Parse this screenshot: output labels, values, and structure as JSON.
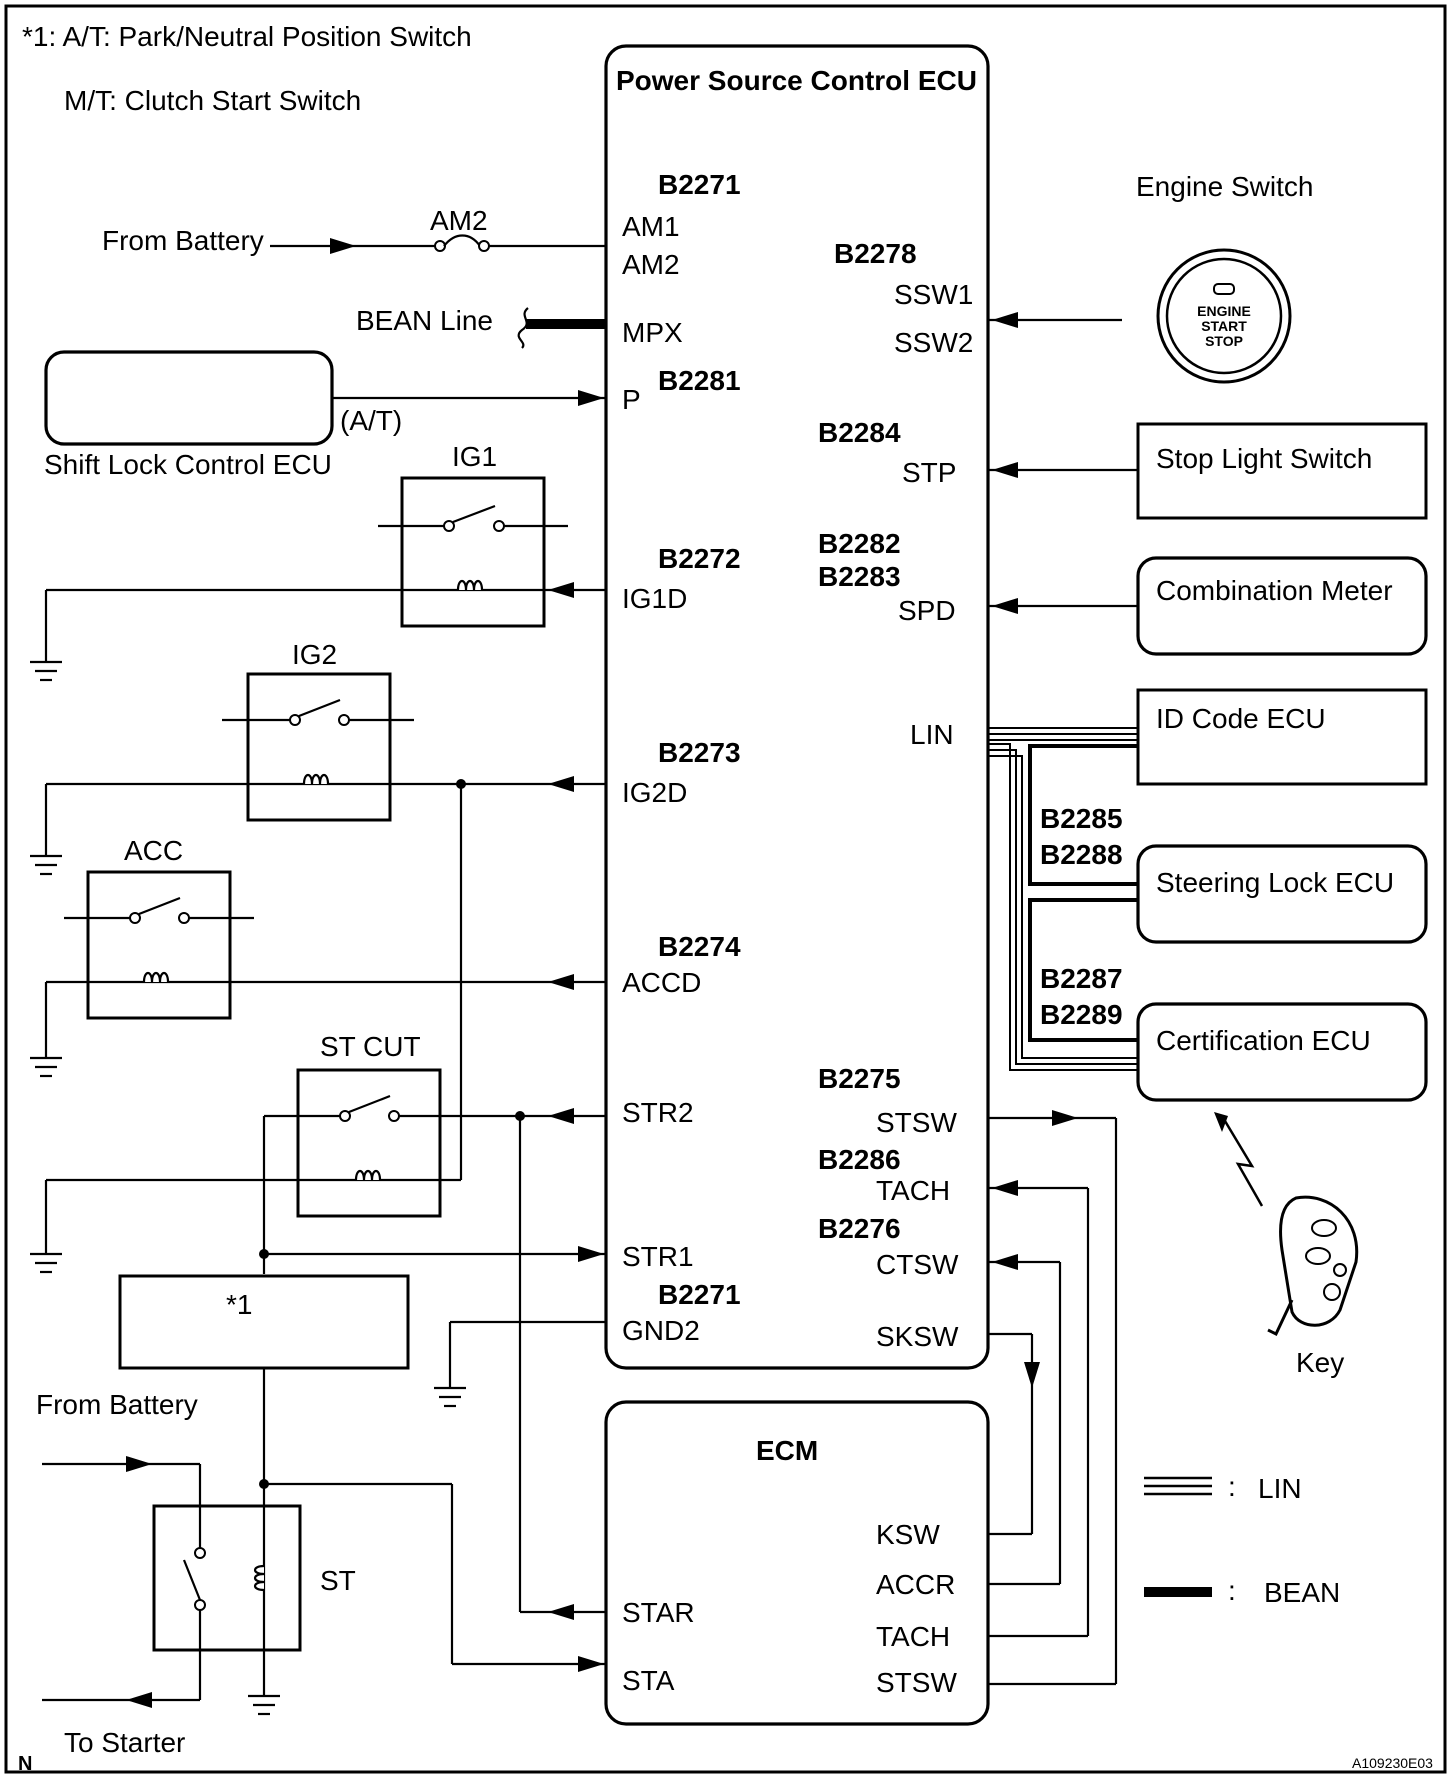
{
  "notes": {
    "line1": "*1: A/T: Park/Neutral Position Switch",
    "line2": "M/T: Clutch Start Switch"
  },
  "ecu": {
    "title": "Power Source Control ECU",
    "connectors": [
      "B2271",
      "B2278",
      "B2281",
      "B2284",
      "B2282",
      "B2283",
      "B2272",
      "B2273",
      "B2274",
      "B2275",
      "B2286",
      "B2276",
      "B2271"
    ],
    "pins_left": [
      "AM1",
      "AM2",
      "MPX",
      "P",
      "IG1D",
      "IG2D",
      "ACCD",
      "STR2",
      "STR1",
      "GND2"
    ],
    "pins_right": [
      "SSW1",
      "SSW2",
      "STP",
      "SPD",
      "LIN",
      "STSW",
      "TACH",
      "CTSW",
      "SKSW"
    ]
  },
  "ecm": {
    "title": "ECM",
    "pins_left": [
      "STAR",
      "STA"
    ],
    "pins_right": [
      "KSW",
      "ACCR",
      "TACH",
      "STSW"
    ]
  },
  "relays": [
    "IG1",
    "IG2",
    "ACC",
    "ST CUT",
    "ST"
  ],
  "labels": {
    "from_battery_top": "From Battery",
    "am2_fuse": "AM2",
    "bean_line": "BEAN Line",
    "shift_lock_ecu": "Shift Lock Control ECU",
    "at": "(A/T)",
    "star1": "*1",
    "from_battery_bottom": "From Battery",
    "to_starter": "To Starter",
    "engine_switch": "Engine Switch",
    "key": "Key",
    "corner_n": "N",
    "figure_code": "A109230E03"
  },
  "engine_button": [
    "ENGINE",
    "START",
    "STOP"
  ],
  "components": {
    "stop_light_switch": "Stop Light Switch",
    "combination_meter": "Combination Meter",
    "id_code_ecu": "ID Code ECU",
    "steering_lock_ecu": "Steering Lock ECU",
    "steering_connectors": [
      "B2285",
      "B2288"
    ],
    "certification_ecu": "Certification ECU",
    "certification_connectors": [
      "B2287",
      "B2289"
    ]
  },
  "legend": {
    "colon": ":",
    "lin": "LIN",
    "bean": "BEAN"
  }
}
